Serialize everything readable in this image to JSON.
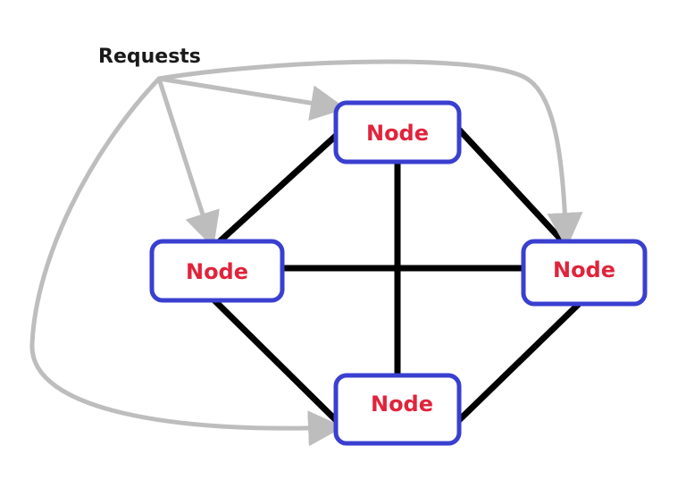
{
  "requests_label": "Requests",
  "nodes": [
    {
      "id": "top",
      "label": "Node"
    },
    {
      "id": "left",
      "label": "Node"
    },
    {
      "id": "right",
      "label": "Node"
    },
    {
      "id": "bottom",
      "label": "Node"
    }
  ],
  "edges": [
    [
      "top",
      "left"
    ],
    [
      "top",
      "right"
    ],
    [
      "top",
      "bottom"
    ],
    [
      "left",
      "right"
    ],
    [
      "left",
      "bottom"
    ],
    [
      "right",
      "bottom"
    ]
  ],
  "request_targets": [
    "top",
    "left",
    "right",
    "bottom"
  ],
  "colors": {
    "node_border": "#3a3fd0",
    "node_text": "#e0243c",
    "edge": "#000000",
    "request_arrow": "#bdbdbd",
    "requests_text": "#1a1a1a"
  }
}
